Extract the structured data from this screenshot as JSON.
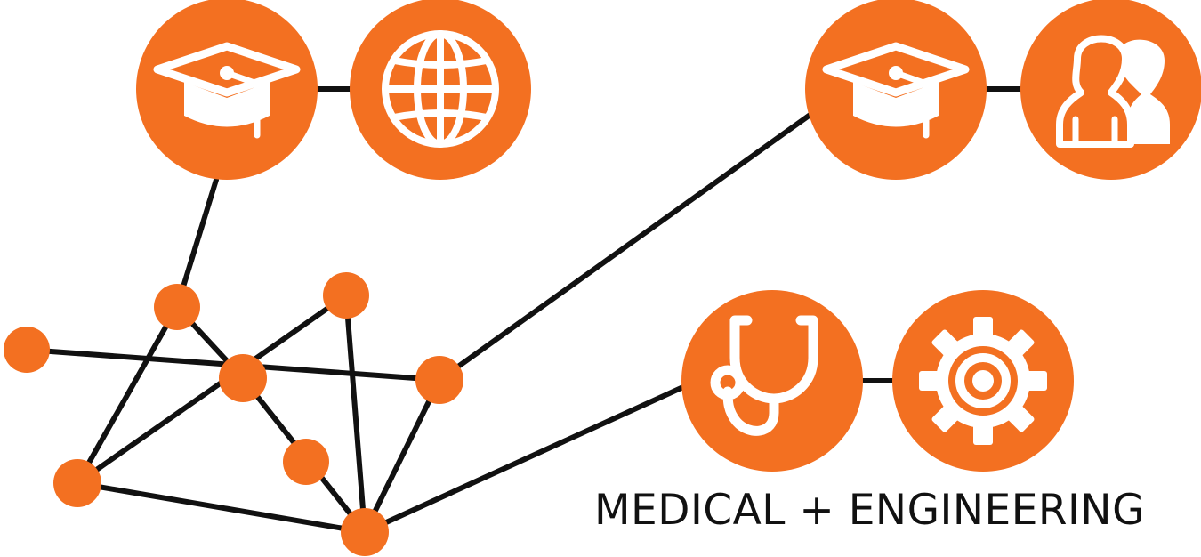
{
  "label": "MEDICAL + ENGINEERING",
  "colors": {
    "accent": "#F37021",
    "line": "#111111",
    "icon": "#ffffff"
  },
  "clusters": [
    {
      "name": "education-global",
      "icons": [
        "graduation-cap-icon",
        "globe-icon"
      ]
    },
    {
      "name": "education-people",
      "icons": [
        "graduation-cap-icon",
        "people-icon"
      ]
    },
    {
      "name": "medical-engineering",
      "icons": [
        "stethoscope-icon",
        "gear-icon"
      ]
    }
  ]
}
